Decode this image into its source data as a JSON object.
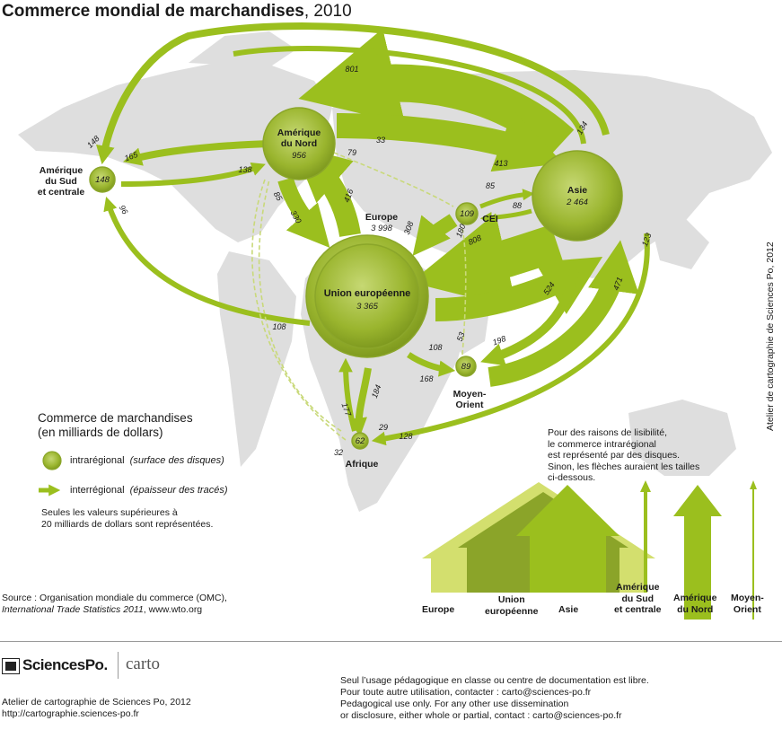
{
  "title": {
    "bold": "Commerce mondial de marchandises",
    "rest": ", 2010"
  },
  "regions": {
    "amerique_nord": {
      "name": "Amérique\ndu Nord",
      "value": "956"
    },
    "asie": {
      "name": "Asie",
      "value": "2 464"
    },
    "ue": {
      "name": "Union européenne",
      "value": "3 365"
    },
    "europe": {
      "name": "Europe",
      "value": "3 998"
    },
    "cei": {
      "name": "CEI",
      "value": "109"
    },
    "amerique_sud": {
      "name": "Amérique\ndu Sud\net centrale",
      "value": "148"
    },
    "moyen_orient": {
      "name": "Moyen-\nOrient",
      "value": "89"
    },
    "afrique": {
      "name": "Afrique",
      "value": "62"
    }
  },
  "flows": [
    {
      "label": "801"
    },
    {
      "label": "134"
    },
    {
      "label": "148"
    },
    {
      "label": "165"
    },
    {
      "label": "33"
    },
    {
      "label": "413"
    },
    {
      "label": "138"
    },
    {
      "label": "79"
    },
    {
      "label": "85"
    },
    {
      "label": "88"
    },
    {
      "label": "96"
    },
    {
      "label": "85"
    },
    {
      "label": "330"
    },
    {
      "label": "416"
    },
    {
      "label": "308"
    },
    {
      "label": "180"
    },
    {
      "label": "808"
    },
    {
      "label": "123"
    },
    {
      "label": "524"
    },
    {
      "label": "471"
    },
    {
      "label": "108"
    },
    {
      "label": "53"
    },
    {
      "label": "198"
    },
    {
      "label": "108"
    },
    {
      "label": "168"
    },
    {
      "label": "184"
    },
    {
      "label": "177"
    },
    {
      "label": "29"
    },
    {
      "label": "128"
    },
    {
      "label": "32"
    }
  ],
  "legend": {
    "title": "Commerce de marchandises",
    "subtitle": "(en milliards de dollars)",
    "intra_label": "intrarégional",
    "intra_note": "(surface des disques)",
    "inter_label": "interrégional",
    "inter_note": "(épaisseur des tracés)",
    "note_line1": "Seules les valeurs supérieures à",
    "note_line2": "20 milliards de dollars sont représentées."
  },
  "explain": {
    "line1": "Pour des raisons de lisibilité,",
    "line2": "le commerce intrarégional",
    "line3": "est représenté par des disques.",
    "line4": "Sinon, les flèches auraient les tailles",
    "line5": "ci-dessous."
  },
  "bars": [
    {
      "label": "Europe"
    },
    {
      "label": "Union\neuropéenne"
    },
    {
      "label": "Asie"
    },
    {
      "label": "Amérique\ndu Sud\net centrale"
    },
    {
      "label": "Amérique\ndu Nord"
    },
    {
      "label": "Moyen-\nOrient"
    }
  ],
  "source": {
    "line1": "Source : Organisation mondiale du commerce (OMC),",
    "line2_italic": "International Trade Statistics 2011",
    "line2_rest": ", www.wto.org"
  },
  "footer": {
    "logo": "SciencesPo.",
    "carto": "carto",
    "credit1": "Atelier de cartographie de Sciences Po, 2012",
    "credit2": "http://cartographie.sciences-po.fr",
    "usage1": "Seul l’usage pédagogique en classe ou centre de documentation est libre.",
    "usage2": "Pour toute autre utilisation, contacter : carto@sciences-po.fr",
    "usage3": "Pedagogical use only. For any other use dissemination",
    "usage4": "or disclosure, either whole or partial, contact : carto@sciences-po.fr"
  },
  "side_credit": "Atelier de cartographie de Sciences Po, 2012",
  "colors": {
    "green": "#9bbf1e",
    "green_light": "#d3df6e",
    "green_dark": "#7e9a1d",
    "land": "#dcdcdc",
    "disc_edge": "#8ba62a"
  }
}
